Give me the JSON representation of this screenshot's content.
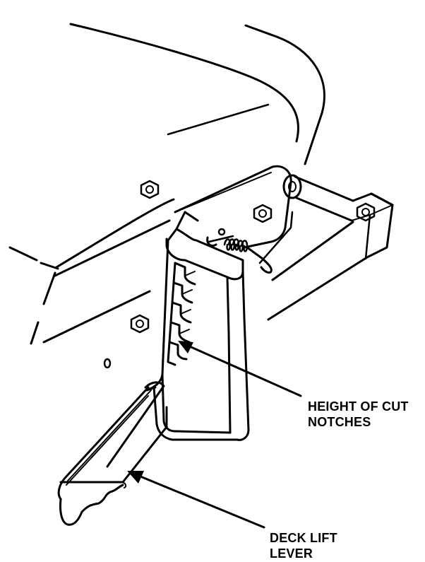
{
  "callouts": {
    "height_of_cut": {
      "line1": "HEIGHT OF CUT",
      "line2": "NOTCHES"
    },
    "deck_lift_lever": {
      "line1": "DECK LIFT",
      "line2": "LEVER"
    }
  },
  "colors": {
    "ink": "#000000",
    "paper": "#ffffff"
  }
}
